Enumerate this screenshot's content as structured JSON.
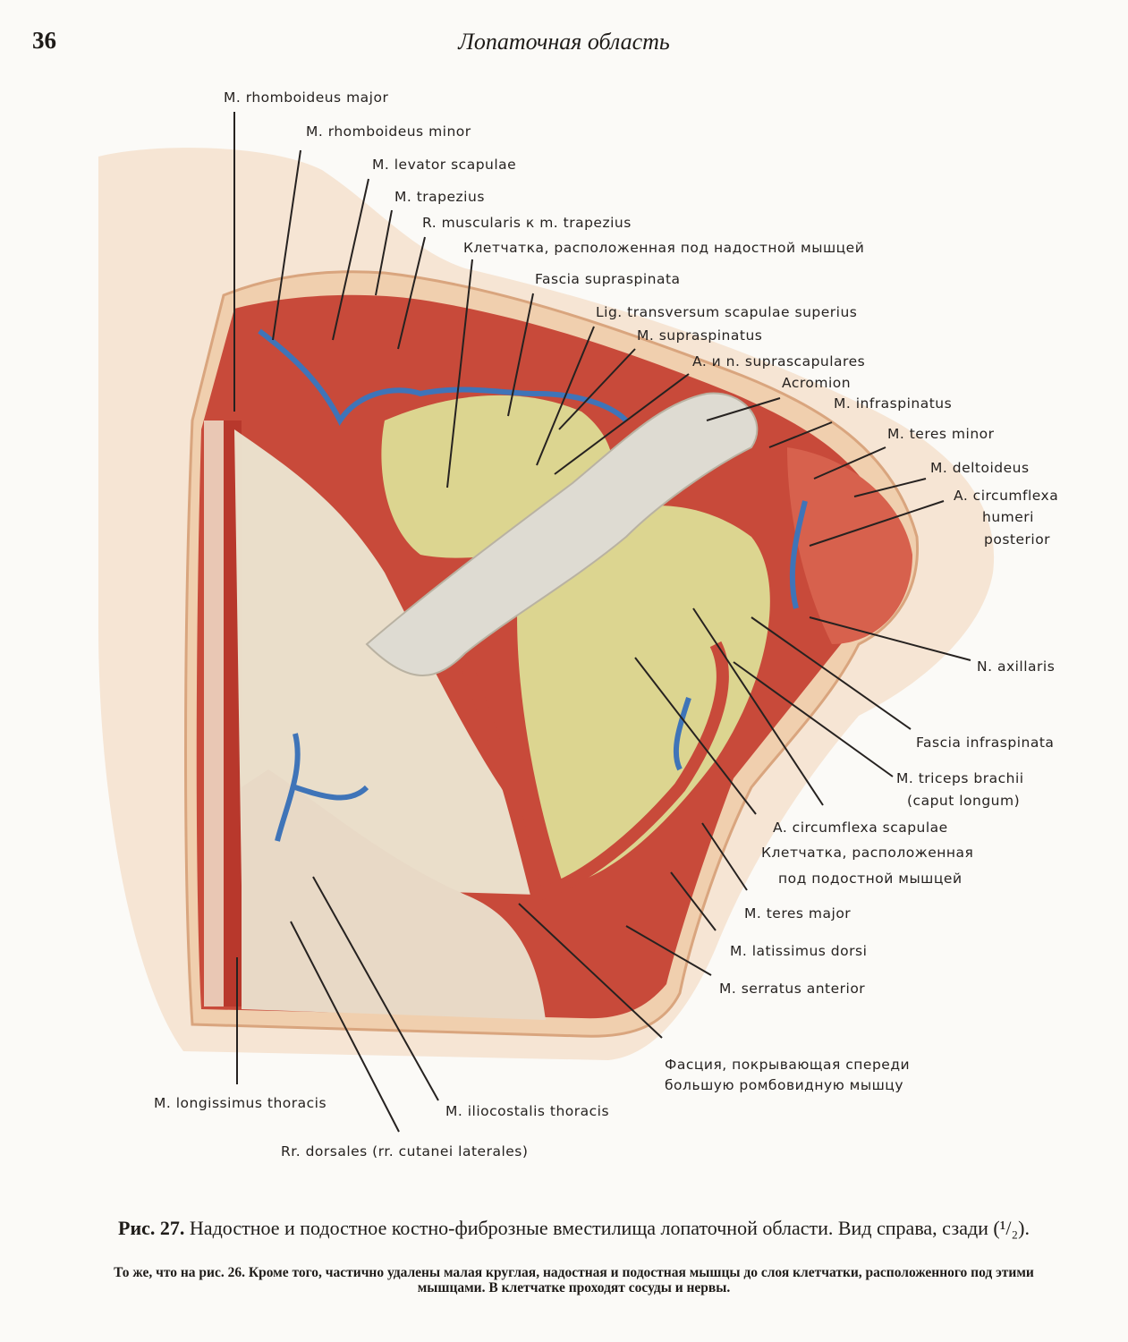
{
  "page": {
    "number": "36",
    "running_title": "Лопаточная область"
  },
  "figure": {
    "labels": [
      "M. rhomboideus major",
      "M. rhomboideus minor",
      "M. levator scapulae",
      "M. trapezius",
      "R. muscularis к m. trapezius",
      "Клетчатка, расположенная под надостной мышцей",
      "Fascia supraspinata",
      "Lig. transversum scapulae superius",
      "M. supraspinatus",
      "A. и n. suprascapulares",
      "Acromion",
      "M. infraspinatus",
      "M. teres minor",
      "M. deltoideus",
      "A. circumflexa",
      "humeri",
      "posterior",
      "N. axillaris",
      "Fascia infraspinata",
      "M. triceps brachii",
      "(caput longum)",
      "A. circumflexa scapulae",
      "Клетчатка, расположенная",
      "под подостной мышцей",
      "M. teres major",
      "M. latissimus dorsi",
      "M. serratus anterior",
      "Фасция, покрывающая спереди",
      "большую ромбовидную мышцу",
      "M. longissimus thoracis",
      "M. iliocostalis thoracis",
      "Rr. dorsales (rr. cutanei laterales)"
    ],
    "colors": {
      "skin": "#f1d3b6",
      "muscle": "#c84a3a",
      "muscle_light": "#e07a62",
      "fascia": "#e9e4cf",
      "fat": "#dcd590",
      "vein": "#3f74b8",
      "bone": "#dedbd2",
      "line": "#262220"
    }
  },
  "caption": {
    "figure_number": "Рис. 27.",
    "title": "Надостное и подостное костно-фиброзные вместилища лопаточной области. Вид справа, сзади (¹/₂).",
    "note": "То же, что на рис. 26. Кроме того, частично удалены малая круглая, надостная и подостная мышцы до слоя клетчатки, расположенного под этими мышцами. В клетчатке проходят сосуды и нервы."
  }
}
